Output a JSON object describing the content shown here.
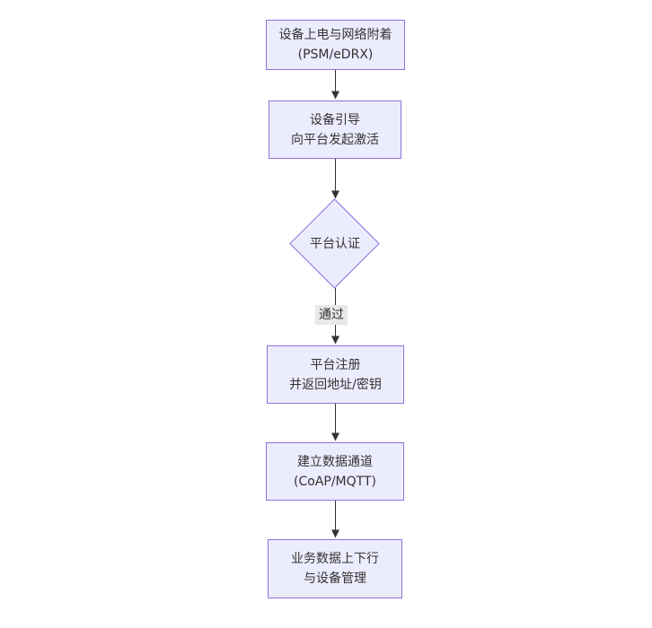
{
  "diagram_type": "flowchart-top-down",
  "colors": {
    "node_fill": "#ECECFF",
    "node_border": "#9370DB",
    "edge_line": "#333333",
    "edge_label_bg": "#e8e8e8",
    "text": "#333333",
    "background": "#ffffff"
  },
  "flowchart": {
    "nodes": [
      {
        "id": "power-network-attach",
        "shape": "rect",
        "line1": "设备上电与网络附着",
        "line2": "(PSM/eDRX)"
      },
      {
        "id": "device-bootstrap",
        "shape": "rect",
        "line1": "设备引导",
        "line2": "向平台发起激活"
      },
      {
        "id": "platform-auth",
        "shape": "diamond",
        "line1": "平台认证",
        "line2": ""
      },
      {
        "id": "platform-register",
        "shape": "rect",
        "line1": "平台注册",
        "line2": "并返回地址/密钥"
      },
      {
        "id": "data-channel",
        "shape": "rect",
        "line1": "建立数据通道",
        "line2": "(CoAP/MQTT)"
      },
      {
        "id": "business-data",
        "shape": "rect",
        "line1": "业务数据上下行",
        "line2": "与设备管理"
      }
    ],
    "edges": [
      {
        "from": "power-network-attach",
        "to": "device-bootstrap",
        "label": ""
      },
      {
        "from": "device-bootstrap",
        "to": "platform-auth",
        "label": ""
      },
      {
        "from": "platform-auth",
        "to": "platform-register",
        "label": "通过"
      },
      {
        "from": "platform-register",
        "to": "data-channel",
        "label": ""
      },
      {
        "from": "data-channel",
        "to": "business-data",
        "label": ""
      }
    ]
  }
}
